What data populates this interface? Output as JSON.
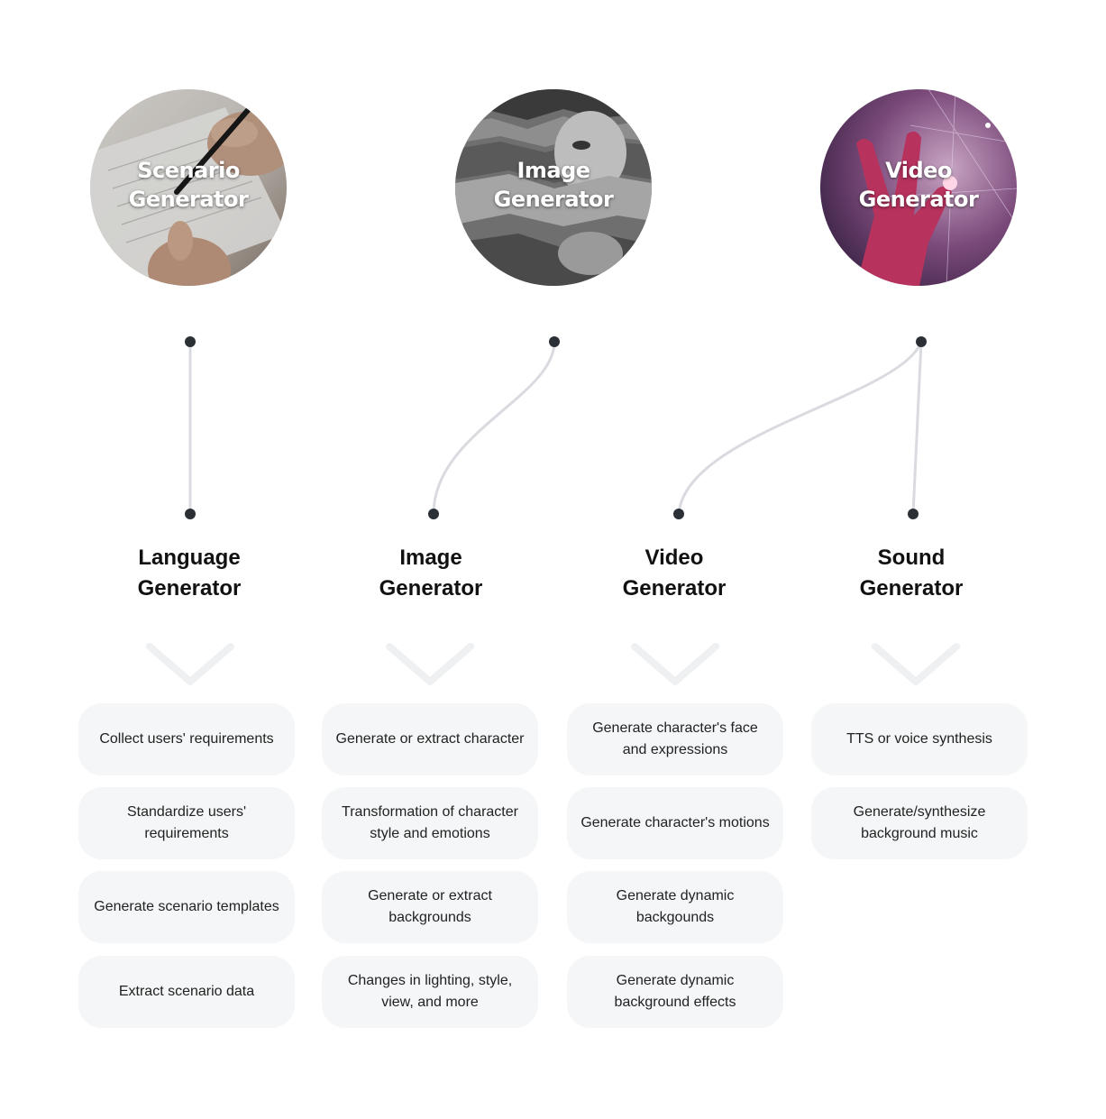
{
  "source_circles": [
    {
      "line1": "Scenario",
      "line2": "Generator",
      "photo": "hands-writing-document"
    },
    {
      "line1": "Image",
      "line2": "Generator",
      "photo": "torn-paper-collage-face"
    },
    {
      "line1": "Video",
      "line2": "Generator",
      "photo": "hand-touching-digital-screen"
    }
  ],
  "generators": [
    {
      "line1": "Language",
      "line2": "Generator",
      "items": [
        "Collect users' requirements",
        "Standardize users' requirements",
        "Generate scenario templates",
        "Extract scenario data"
      ]
    },
    {
      "line1": "Image",
      "line2": "Generator",
      "items": [
        "Generate or extract character",
        "Transformation of character style and emotions",
        "Generate or extract backgrounds",
        "Changes in lighting, style, view, and more"
      ]
    },
    {
      "line1": "Video",
      "line2": "Generator",
      "items": [
        "Generate character's face and expressions",
        "Generate character's motions",
        "Generate dynamic backgounds",
        "Generate dynamic background effects"
      ]
    },
    {
      "line1": "Sound",
      "line2": "Generator",
      "items": [
        "TTS or voice synthesis",
        "Generate/synthesize background music"
      ]
    }
  ],
  "colors": {
    "connector": "#d9dbe0",
    "dot": "#2b2f36",
    "card_bg": "#f4f6f7",
    "chevron": "#eef0f1"
  }
}
